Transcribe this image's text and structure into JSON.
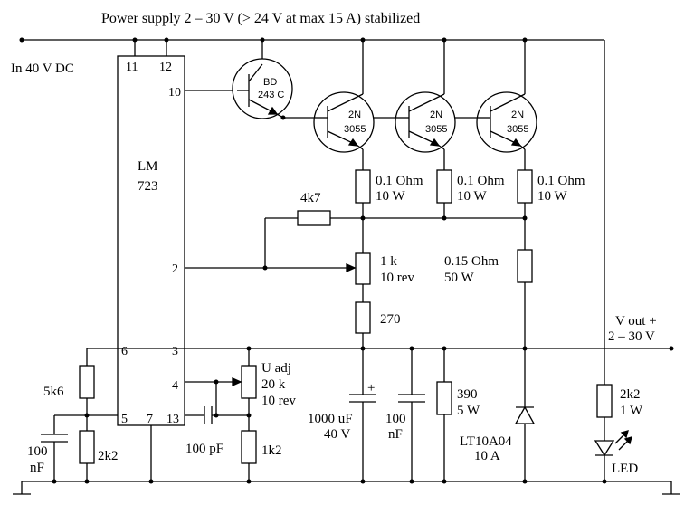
{
  "title": "Power supply 2 – 30 V (> 24 V at max 15 A) stabilized",
  "input_label": "In 40 V DC",
  "ic": {
    "line1": "LM",
    "line2": "723",
    "pins": {
      "p11": "11",
      "p12": "12",
      "p10": "10",
      "p2": "2",
      "p6": "6",
      "p3": "3",
      "p4": "4",
      "p5": "5",
      "p7": "7",
      "p13": "13"
    }
  },
  "driver": {
    "line1": "BD",
    "line2": "243 C"
  },
  "power_transistors": [
    {
      "line1": "2N",
      "line2": "3055"
    },
    {
      "line1": "2N",
      "line2": "3055"
    },
    {
      "line1": "2N",
      "line2": "3055"
    }
  ],
  "emitter_resistors": [
    {
      "value": "0.1 Ohm",
      "power": "10 W"
    },
    {
      "value": "0.1 Ohm",
      "power": "10 W"
    },
    {
      "value": "0.1 Ohm",
      "power": "10 W"
    }
  ],
  "r_4k7": "4k7",
  "pot_1k": {
    "value": "1 k",
    "turns": "10 rev"
  },
  "r_270": "270",
  "shunt": {
    "value": "0.15 Ohm",
    "power": "50 W"
  },
  "output": {
    "line1": "V out +",
    "line2": "2 – 30 V"
  },
  "r_5k6": "5k6",
  "r_2k2": "2k2",
  "c_100nF_left": {
    "value": "100",
    "unit": "nF"
  },
  "pot_uadj": {
    "name": "U adj",
    "value": "20 k",
    "turns": "10 rev"
  },
  "c_100pF": "100 pF",
  "r_1k2": "1k2",
  "c_1000uF": {
    "value": "1000 uF",
    "voltage": "40 V",
    "polarity": "+"
  },
  "c_100nF_out": {
    "value": "100",
    "unit": "nF"
  },
  "r_390": {
    "value": "390",
    "power": "5 W"
  },
  "zener": {
    "type": "LT10A04",
    "rating": "10 A"
  },
  "led_resistor": {
    "value": "2k2",
    "power": "1 W"
  },
  "led_label": "LED"
}
